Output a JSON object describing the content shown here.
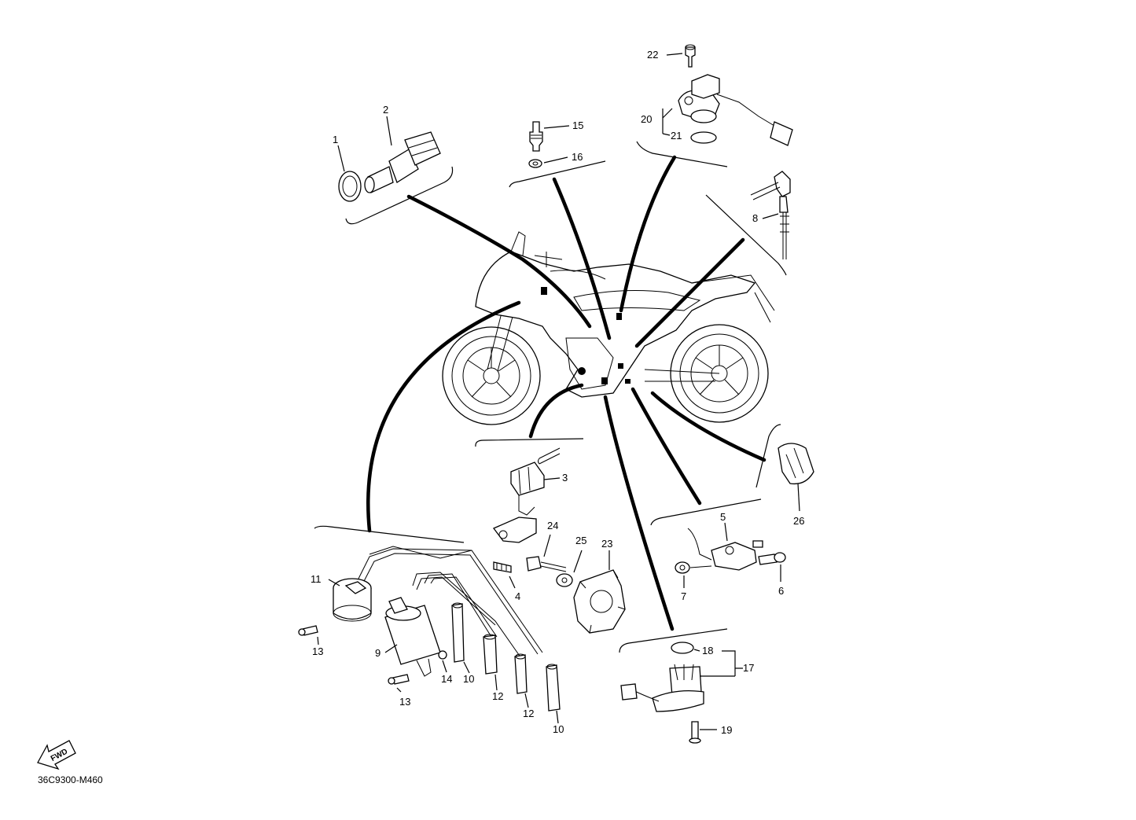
{
  "diagram_code": "36C9300-M460",
  "fwd_label": "FWD",
  "callouts": [
    {
      "id": "p1",
      "text": "1"
    },
    {
      "id": "p2",
      "text": "2"
    },
    {
      "id": "p3",
      "text": "3"
    },
    {
      "id": "p4",
      "text": "4"
    },
    {
      "id": "p5",
      "text": "5"
    },
    {
      "id": "p6",
      "text": "6"
    },
    {
      "id": "p7",
      "text": "7"
    },
    {
      "id": "p8",
      "text": "8"
    },
    {
      "id": "p9",
      "text": "9"
    },
    {
      "id": "p10a",
      "text": "10"
    },
    {
      "id": "p10b",
      "text": "10"
    },
    {
      "id": "p11",
      "text": "11"
    },
    {
      "id": "p12a",
      "text": "12"
    },
    {
      "id": "p12b",
      "text": "12"
    },
    {
      "id": "p13a",
      "text": "13"
    },
    {
      "id": "p13b",
      "text": "13"
    },
    {
      "id": "p14",
      "text": "14"
    },
    {
      "id": "p15",
      "text": "15"
    },
    {
      "id": "p16",
      "text": "16"
    },
    {
      "id": "p17",
      "text": "17"
    },
    {
      "id": "p18",
      "text": "18"
    },
    {
      "id": "p19",
      "text": "19"
    },
    {
      "id": "p20",
      "text": "20"
    },
    {
      "id": "p21",
      "text": "21"
    },
    {
      "id": "p22",
      "text": "22"
    },
    {
      "id": "p23",
      "text": "23"
    },
    {
      "id": "p24",
      "text": "24"
    },
    {
      "id": "p25",
      "text": "25"
    },
    {
      "id": "p26",
      "text": "26"
    }
  ]
}
